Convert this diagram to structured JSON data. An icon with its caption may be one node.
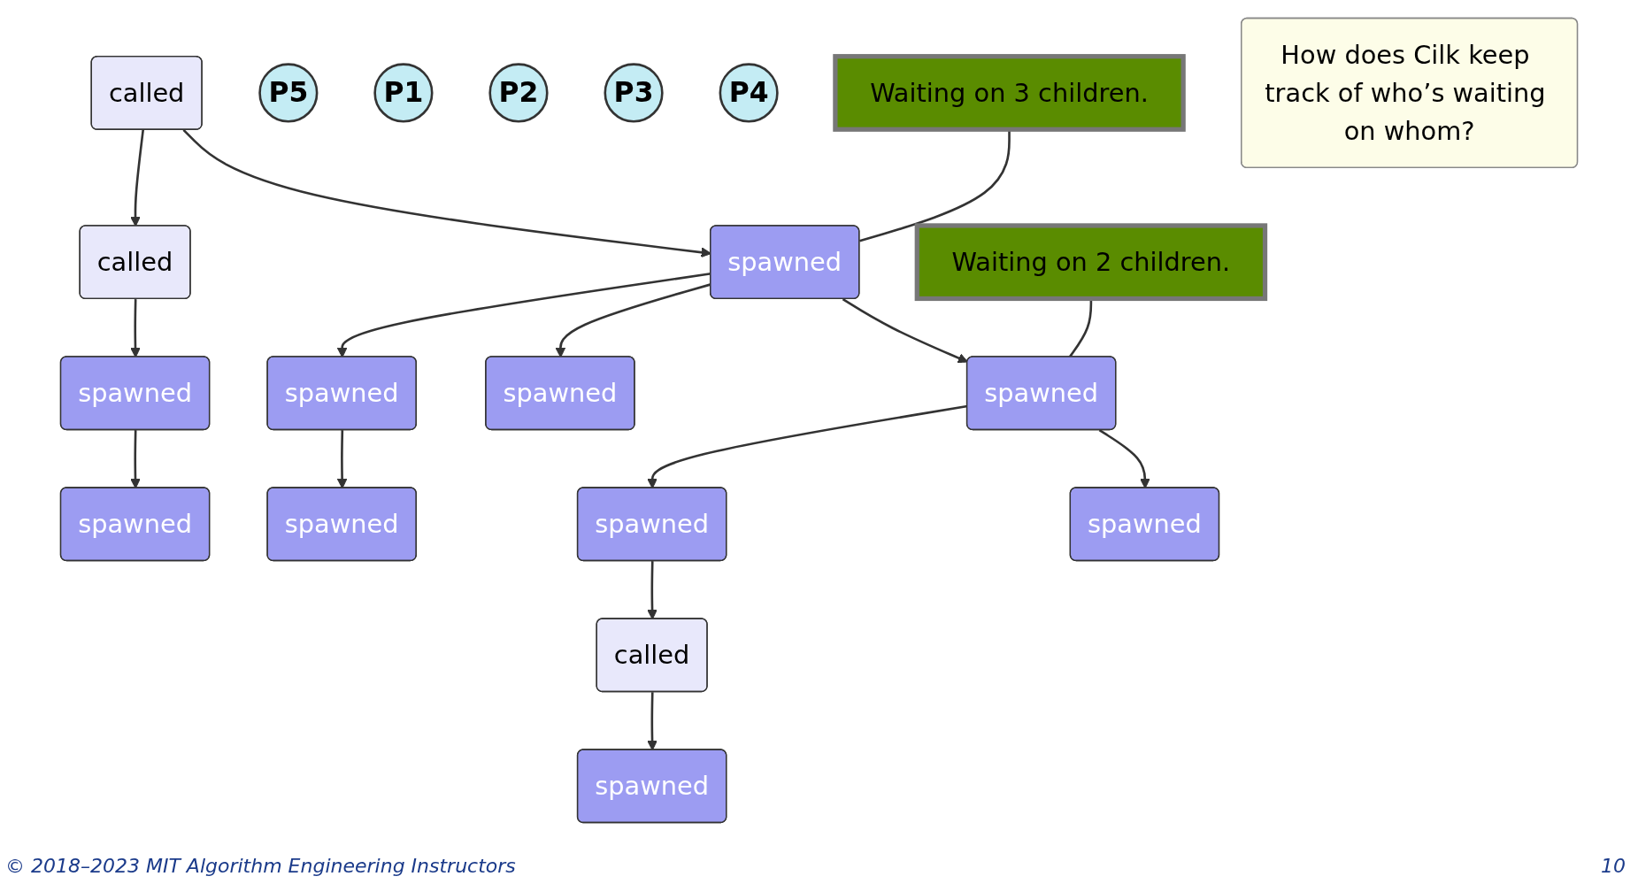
{
  "diagram": {
    "nodes": [
      {
        "text": [
          "called"
        ]
      },
      {
        "text": [
          "called"
        ]
      },
      {
        "text": [
          "spawned"
        ]
      },
      {
        "text": [
          "spawned"
        ]
      },
      {
        "text": [
          "P5"
        ]
      },
      {
        "text": [
          "spawned"
        ]
      },
      {
        "text": [
          "spawned"
        ]
      },
      {
        "text": [
          "spawned"
        ]
      },
      {
        "text": [
          "P1"
        ]
      },
      {
        "text": [
          "spawned"
        ]
      },
      {
        "text": [
          "P2"
        ]
      },
      {
        "text": [
          "spawned"
        ]
      },
      {
        "text": [
          "spawned"
        ]
      },
      {
        "text": [
          "called"
        ]
      },
      {
        "text": [
          "spawned"
        ]
      },
      {
        "text": [
          "P3"
        ]
      },
      {
        "text": [
          "spawned"
        ]
      },
      {
        "text": [
          "P4"
        ]
      },
      {
        "text": [
          "Waiting on 3 children."
        ]
      },
      {
        "text": [
          "Waiting on 2 children."
        ]
      },
      {
        "text": [
          "How does Cilk keep track of who’s waiting on whom?"
        ]
      }
    ],
    "edges": [
      {
        "from": 0,
        "to": 1,
        "arrow": "to"
      },
      {
        "from": 1,
        "to": 2,
        "arrow": "to"
      },
      {
        "from": 2,
        "to": 3,
        "arrow": "to"
      },
      {
        "from": 0,
        "to": 5,
        "arrow": "to"
      },
      {
        "from": 5,
        "to": 6,
        "arrow": "to"
      },
      {
        "from": 6,
        "to": 7,
        "arrow": "to"
      },
      {
        "from": 5,
        "to": 9,
        "arrow": "to"
      },
      {
        "from": 5,
        "to": 11,
        "arrow": "to"
      },
      {
        "from": 11,
        "to": 12,
        "arrow": "to"
      },
      {
        "from": 11,
        "to": 16,
        "arrow": "to"
      },
      {
        "from": 12,
        "to": 13,
        "arrow": "to"
      },
      {
        "from": 13,
        "to": 14,
        "arrow": "to"
      },
      {
        "from": 18,
        "to": 5,
        "arrow": "none"
      },
      {
        "from": 19,
        "to": 11,
        "arrow": "none"
      }
    ],
    "labels": [
      "© 2018–2023 MIT Algorithm Engineering Instructors",
      "10"
    ]
  }
}
